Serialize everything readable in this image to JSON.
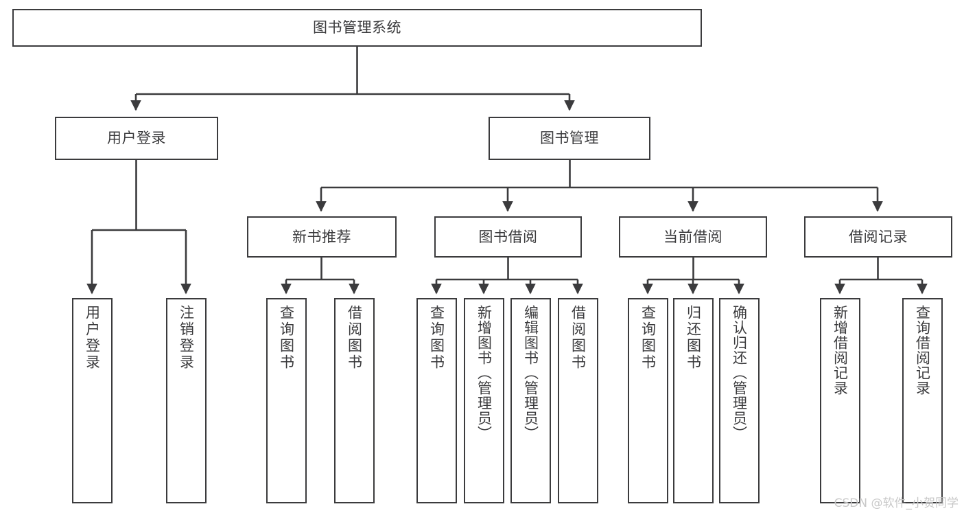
{
  "diagram": {
    "title": "图书管理系统",
    "type": "功能结构图",
    "line_color": "#3b3b3d",
    "background_color": "#ffffff",
    "text_color": "#3a3a3c"
  },
  "nodes": {
    "root": {
      "label": "图书管理系统"
    },
    "level1": [
      {
        "id": "user-login",
        "label": "用户登录"
      },
      {
        "id": "book-manage",
        "label": "图书管理"
      }
    ],
    "level2": [
      {
        "id": "new-book-recommend",
        "label": "新书推荐"
      },
      {
        "id": "book-borrow",
        "label": "图书借阅"
      },
      {
        "id": "current-borrow",
        "label": "当前借阅"
      },
      {
        "id": "borrow-record",
        "label": "借阅记录"
      }
    ],
    "leaves": {
      "user_login": [
        {
          "id": "leaf-user-login",
          "label": "用户登录"
        },
        {
          "id": "leaf-logout-login",
          "label": "注销登录"
        }
      ],
      "new_book_recommend": [
        {
          "id": "leaf-query-book-1",
          "label": "查询图书"
        },
        {
          "id": "leaf-borrow-book-1",
          "label": "借阅图书"
        }
      ],
      "book_borrow": [
        {
          "id": "leaf-query-book-2",
          "label": "查询图书"
        },
        {
          "id": "leaf-add-book",
          "label": "新增图书（管理员）"
        },
        {
          "id": "leaf-edit-book",
          "label": "编辑图书（管理员）"
        },
        {
          "id": "leaf-borrow-book-2",
          "label": "借阅图书"
        }
      ],
      "current_borrow": [
        {
          "id": "leaf-query-book-3",
          "label": "查询图书"
        },
        {
          "id": "leaf-return-book",
          "label": "归还图书"
        },
        {
          "id": "leaf-confirm-return",
          "label": "确认归还（管理员）"
        }
      ],
      "borrow_record": [
        {
          "id": "leaf-add-record",
          "label": "新增借阅记录"
        },
        {
          "id": "leaf-query-record",
          "label": "查询借阅记录"
        }
      ]
    }
  },
  "watermark": {
    "text": "CSDN @软件_小贺同学"
  }
}
